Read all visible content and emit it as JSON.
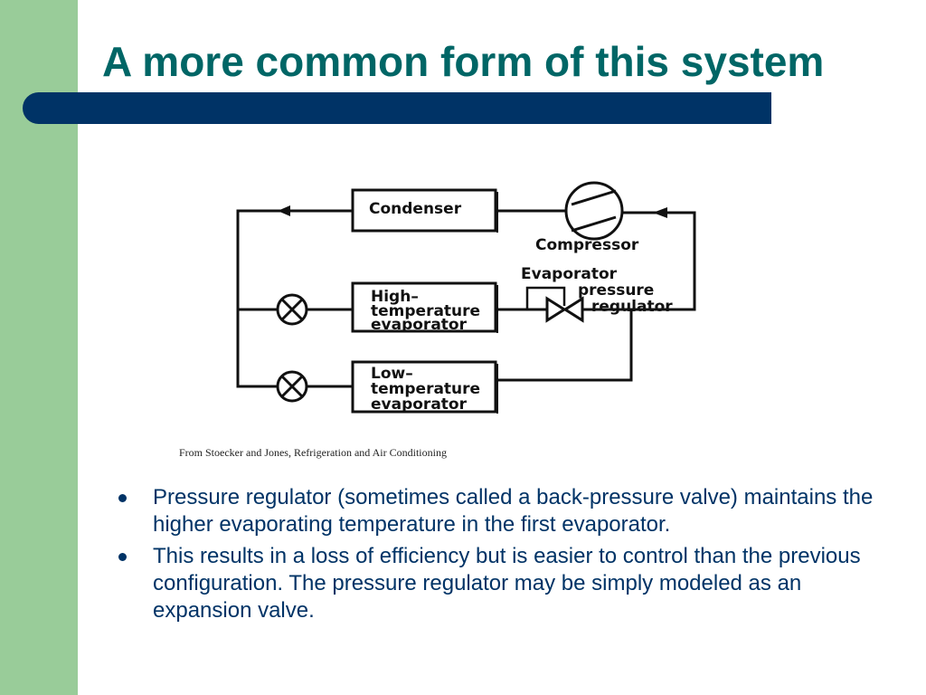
{
  "slide": {
    "title": "A more common form of this system",
    "colors": {
      "title": "#006666",
      "rule": "#003366",
      "left_bar": "#99cc99",
      "body_text": "#003366"
    }
  },
  "diagram": {
    "labels": {
      "condenser": "Condenser",
      "compressor": "Compressor",
      "evaporator_pressure_regulator_line1": "Evaporator",
      "evaporator_pressure_regulator_line2": "pressure",
      "evaporator_pressure_regulator_line3": "regulator",
      "high_temp_line1": "High–",
      "high_temp_line2": "temperature",
      "high_temp_line3": "evaporator",
      "low_temp_line1": "Low–",
      "low_temp_line2": "temperature",
      "low_temp_line3": "evaporator"
    },
    "caption": "From Stoecker and Jones, Refrigeration and Air Conditioning"
  },
  "bullets": [
    "Pressure regulator (sometimes called a back-pressure valve) maintains the higher evaporating temperature in the first evaporator.",
    "This results in a loss of efficiency but is easier to control than the previous configuration. The pressure regulator may be simply modeled as an expansion valve."
  ]
}
